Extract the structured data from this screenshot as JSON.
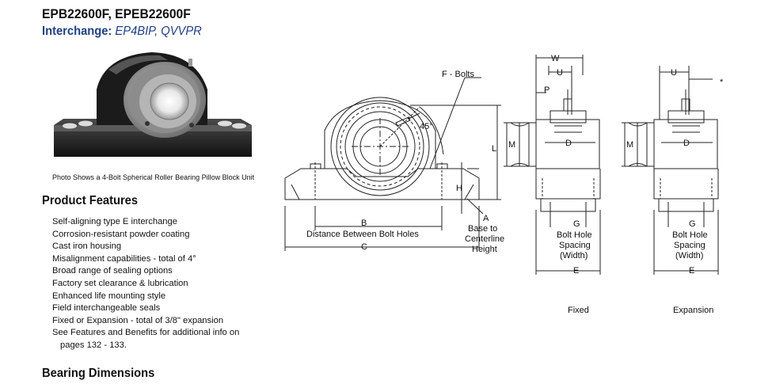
{
  "header": {
    "title": "EPB22600F, EPEB22600F",
    "interchange_label": "Interchange:",
    "interchange_value": "EP4BIP, QVVPR"
  },
  "photo": {
    "caption": "Photo Shows a 4-Bolt Spherical Roller Bearing Pillow Block Unit"
  },
  "features": {
    "heading": "Product Features",
    "items": [
      "Self-aligning type E interchange",
      "Corrosion-resistant powder coating",
      "Cast iron housing",
      "Misalignment capabilities - total of 4°",
      "Broad range of sealing options",
      "Factory set clearance & lubrication",
      "Enhanced life mounting style",
      "Field interchangeable seals",
      "Fixed or Expansion - total of 3/8\" expansion",
      "See Features and Benefits for additional info on",
      "pages 132 - 133."
    ]
  },
  "dimensions": {
    "heading": "Bearing Dimensions"
  },
  "drawing": {
    "f_bolts": "F - Bolts",
    "angle": "45°",
    "l": "L",
    "h": "H",
    "a": "A",
    "base_to": "Base to",
    "centerline": "Centerline",
    "height": "Height",
    "b": "B",
    "distance_between": "Distance Between Bolt Holes",
    "c": "C",
    "w": "W",
    "u": "U",
    "p": "P",
    "m": "M",
    "d": "D",
    "g": "G",
    "bolt_hole": "Bolt Hole",
    "spacing": "Spacing",
    "width": "(Width)",
    "e": "E",
    "fixed": "Fixed",
    "expansion": "Expansion",
    "star": "*"
  }
}
